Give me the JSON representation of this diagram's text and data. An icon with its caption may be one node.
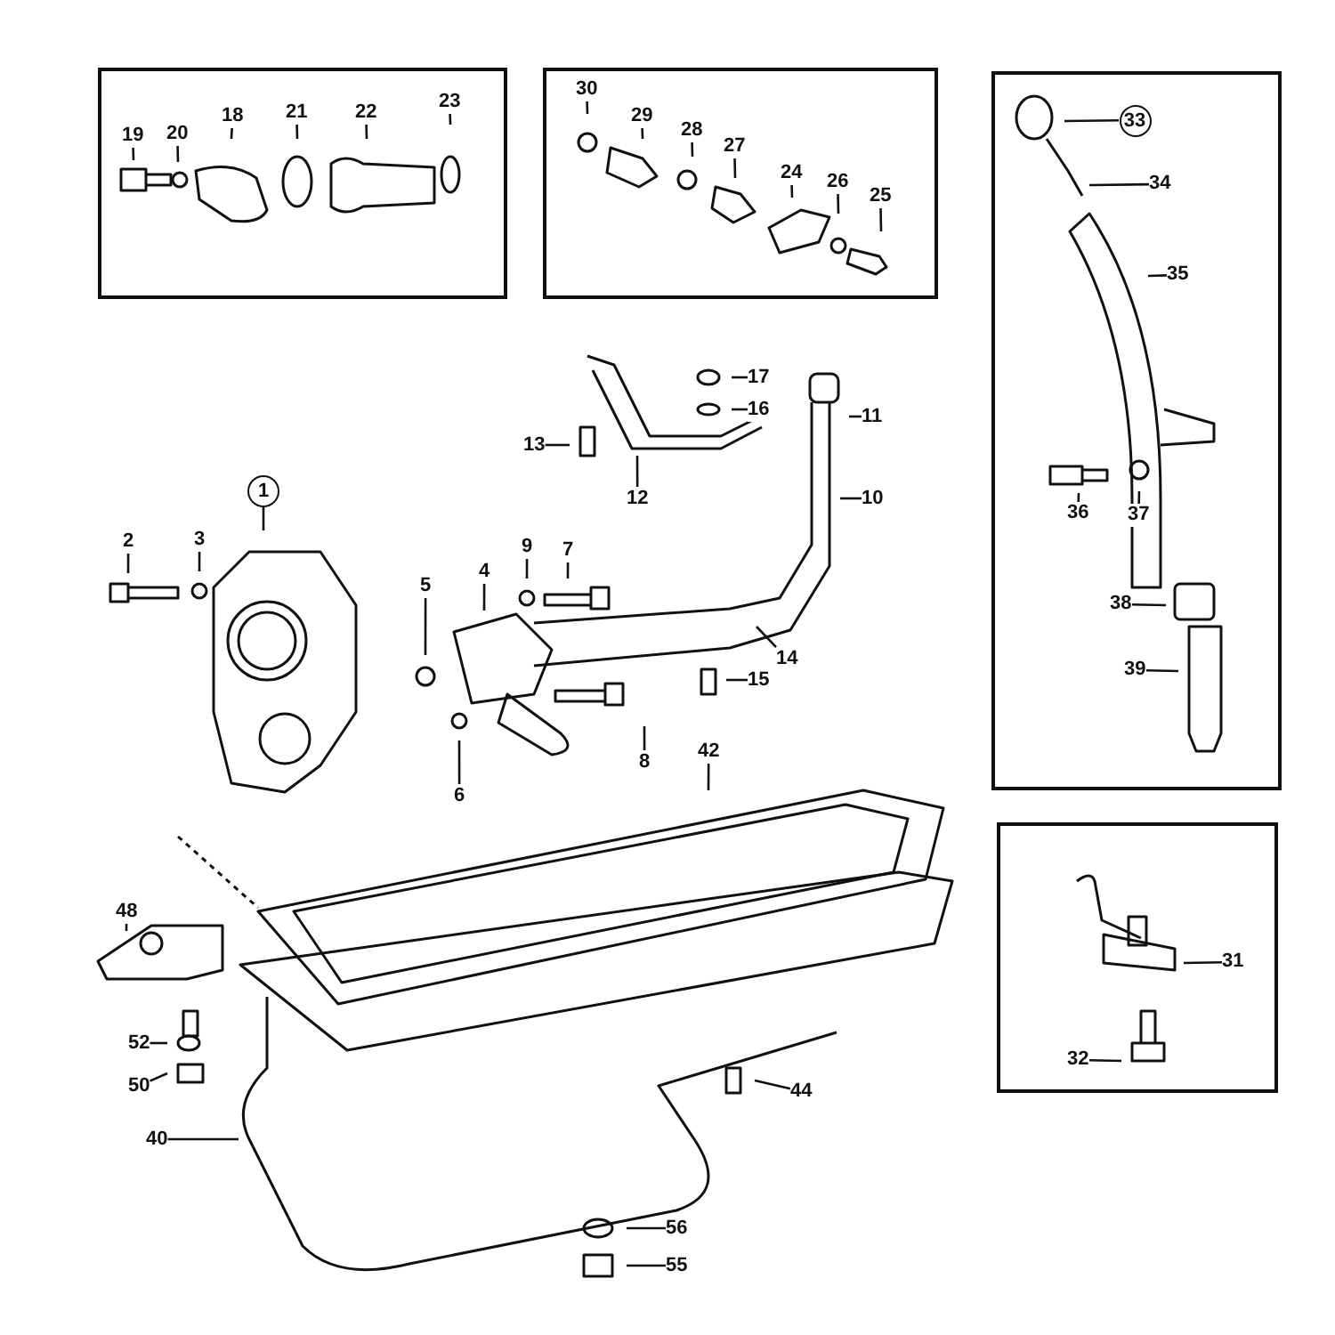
{
  "diagram": {
    "nodes": [
      {
        "text": [],
        "shape": "box"
      },
      {
        "text": [],
        "shape": "box"
      },
      {
        "text": [],
        "shape": "box"
      },
      {
        "text": [],
        "shape": "box"
      },
      {
        "text": [
          "19"
        ],
        "in": 0
      },
      {
        "text": [
          "20"
        ],
        "in": 0
      },
      {
        "text": [
          "18"
        ],
        "in": 0
      },
      {
        "text": [
          "21"
        ],
        "in": 0
      },
      {
        "text": [
          "22"
        ],
        "in": 0
      },
      {
        "text": [
          "23"
        ],
        "in": 0
      },
      {
        "text": [
          "30"
        ],
        "in": 1
      },
      {
        "text": [
          "29"
        ],
        "in": 1
      },
      {
        "text": [
          "28"
        ],
        "in": 1
      },
      {
        "text": [
          "27"
        ],
        "in": 1
      },
      {
        "text": [
          "24"
        ],
        "in": 1
      },
      {
        "text": [
          "26"
        ],
        "in": 1
      },
      {
        "text": [
          "25"
        ],
        "in": 1
      },
      {
        "text": [
          "33"
        ],
        "in": 2
      },
      {
        "text": [
          "34"
        ],
        "in": 2
      },
      {
        "text": [
          "35"
        ],
        "in": 2
      },
      {
        "text": [
          "36"
        ],
        "in": 2
      },
      {
        "text": [
          "37"
        ],
        "in": 2
      },
      {
        "text": [
          "38"
        ],
        "in": 2
      },
      {
        "text": [
          "39"
        ],
        "in": 2
      },
      {
        "text": [
          "17"
        ]
      },
      {
        "text": [
          "16"
        ]
      },
      {
        "text": [
          "11"
        ]
      },
      {
        "text": [
          "13"
        ]
      },
      {
        "text": [
          "12"
        ]
      },
      {
        "text": [
          "10"
        ]
      },
      {
        "text": [
          "1"
        ]
      },
      {
        "text": [
          "2"
        ]
      },
      {
        "text": [
          "3"
        ]
      },
      {
        "text": [
          "9"
        ]
      },
      {
        "text": [
          "7"
        ]
      },
      {
        "text": [
          "4"
        ]
      },
      {
        "text": [
          "5"
        ]
      },
      {
        "text": [
          "14"
        ]
      },
      {
        "text": [
          "15"
        ]
      },
      {
        "text": [
          "8"
        ]
      },
      {
        "text": [
          "42"
        ]
      },
      {
        "text": [
          "6"
        ]
      },
      {
        "text": [
          "48"
        ]
      },
      {
        "text": [
          "31"
        ],
        "in": 3
      },
      {
        "text": [
          "32"
        ],
        "in": 3
      },
      {
        "text": [
          "52"
        ]
      },
      {
        "text": [
          "50"
        ]
      },
      {
        "text": [
          "44"
        ]
      },
      {
        "text": [
          "40"
        ]
      },
      {
        "text": [
          "56"
        ]
      },
      {
        "text": [
          "55"
        ]
      }
    ],
    "edges": [
      {
        "from": 4,
        "to": null,
        "arrow": "none"
      },
      {
        "from": 5,
        "to": null,
        "arrow": "none"
      },
      {
        "from": 6,
        "to": null,
        "arrow": "none"
      },
      {
        "from": 7,
        "to": null,
        "arrow": "none"
      },
      {
        "from": 8,
        "to": null,
        "arrow": "none"
      },
      {
        "from": 9,
        "to": null,
        "arrow": "none"
      },
      {
        "from": 10,
        "to": null,
        "arrow": "none"
      },
      {
        "from": 11,
        "to": null,
        "arrow": "none"
      },
      {
        "from": 12,
        "to": null,
        "arrow": "none"
      },
      {
        "from": 13,
        "to": null,
        "arrow": "none"
      },
      {
        "from": 14,
        "to": null,
        "arrow": "none"
      },
      {
        "from": 15,
        "to": null,
        "arrow": "none"
      },
      {
        "from": 16,
        "to": null,
        "arrow": "none"
      },
      {
        "from": 17,
        "to": null,
        "arrow": "none"
      },
      {
        "from": 18,
        "to": null,
        "arrow": "none"
      },
      {
        "from": 19,
        "to": null,
        "arrow": "none"
      },
      {
        "from": 20,
        "to": null,
        "arrow": "none"
      },
      {
        "from": 21,
        "to": null,
        "arrow": "none"
      },
      {
        "from": 22,
        "to": null,
        "arrow": "none"
      },
      {
        "from": 23,
        "to": null,
        "arrow": "none"
      },
      {
        "from": 24,
        "to": null,
        "arrow": "none"
      },
      {
        "from": 25,
        "to": null,
        "arrow": "none"
      },
      {
        "from": 26,
        "to": null,
        "arrow": "none"
      },
      {
        "from": 27,
        "to": null,
        "arrow": "none"
      },
      {
        "from": 28,
        "to": null,
        "arrow": "none"
      },
      {
        "from": 29,
        "to": null,
        "arrow": "none"
      },
      {
        "from": 30,
        "to": null,
        "arrow": "none"
      },
      {
        "from": 31,
        "to": null,
        "arrow": "none"
      },
      {
        "from": 32,
        "to": null,
        "arrow": "none"
      },
      {
        "from": 33,
        "to": null,
        "arrow": "none"
      },
      {
        "from": 34,
        "to": null,
        "arrow": "none"
      },
      {
        "from": 35,
        "to": null,
        "arrow": "none"
      },
      {
        "from": 36,
        "to": null,
        "arrow": "none"
      },
      {
        "from": 37,
        "to": null,
        "arrow": "none"
      },
      {
        "from": 38,
        "to": null,
        "arrow": "none"
      },
      {
        "from": 39,
        "to": null,
        "arrow": "none"
      },
      {
        "from": 40,
        "to": null,
        "arrow": "none"
      },
      {
        "from": 41,
        "to": null,
        "arrow": "none"
      },
      {
        "from": 42,
        "to": null,
        "arrow": "none"
      },
      {
        "from": 43,
        "to": null,
        "arrow": "none"
      },
      {
        "from": 44,
        "to": null,
        "arrow": "none"
      },
      {
        "from": 45,
        "to": null,
        "arrow": "none"
      },
      {
        "from": 46,
        "to": null,
        "arrow": "none"
      },
      {
        "from": 47,
        "to": null,
        "arrow": "none"
      },
      {
        "from": 48,
        "to": null,
        "arrow": "none"
      },
      {
        "from": 49,
        "to": null,
        "arrow": "none"
      },
      {
        "from": 50,
        "to": null,
        "arrow": "none"
      }
    ]
  }
}
